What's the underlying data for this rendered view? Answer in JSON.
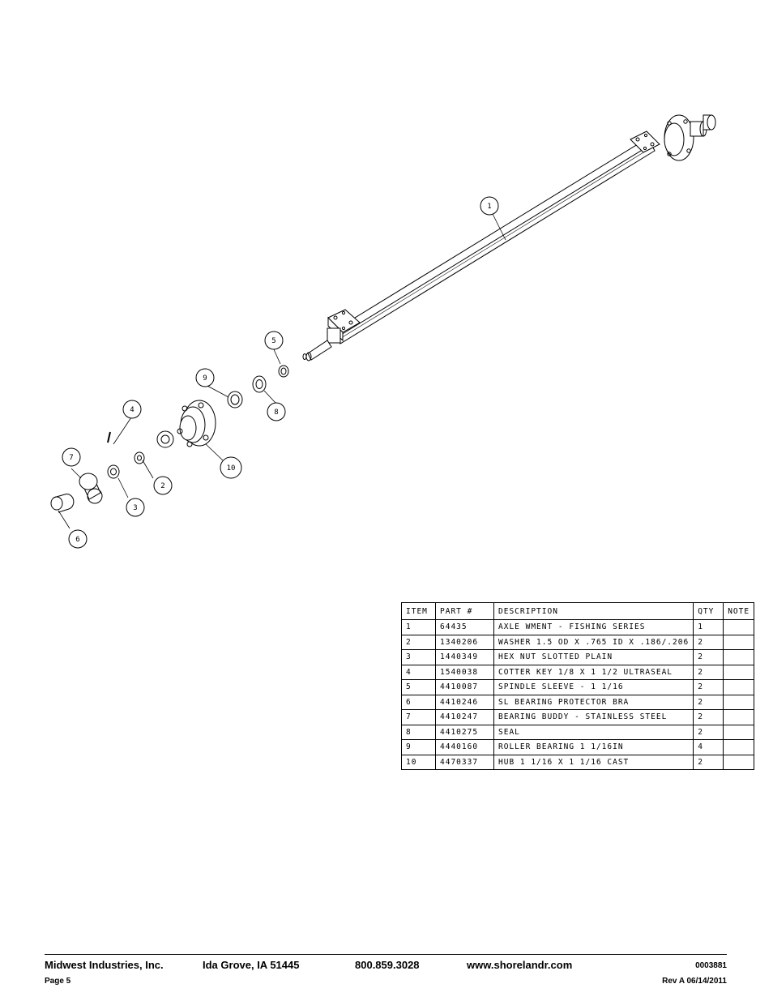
{
  "callouts": {
    "c1": "1",
    "c2": "2",
    "c3": "3",
    "c4": "4",
    "c5": "5",
    "c6": "6",
    "c7": "7",
    "c8": "8",
    "c9": "9",
    "c10": "10"
  },
  "table": {
    "headers": {
      "item": "ITEM",
      "part": "PART #",
      "description": "DESCRIPTION",
      "qty": "QTY",
      "note": "NOTE"
    },
    "rows": [
      {
        "item": "1",
        "part": "64435",
        "description": "AXLE WMENT - FISHING SERIES",
        "qty": "1",
        "note": ""
      },
      {
        "item": "2",
        "part": "1340206",
        "description": "WASHER 1.5 OD X .765 ID X .186/.206",
        "qty": "2",
        "note": ""
      },
      {
        "item": "3",
        "part": "1440349",
        "description": "HEX NUT SLOTTED PLAIN",
        "qty": "2",
        "note": ""
      },
      {
        "item": "4",
        "part": "1540038",
        "description": "COTTER KEY 1/8 X 1 1/2 ULTRASEAL",
        "qty": "2",
        "note": ""
      },
      {
        "item": "5",
        "part": "4410087",
        "description": "SPINDLE SLEEVE - 1 1/16",
        "qty": "2",
        "note": ""
      },
      {
        "item": "6",
        "part": "4410246",
        "description": "SL BEARING PROTECTOR BRA",
        "qty": "2",
        "note": ""
      },
      {
        "item": "7",
        "part": "4410247",
        "description": "BEARING BUDDY - STAINLESS STEEL",
        "qty": "2",
        "note": ""
      },
      {
        "item": "8",
        "part": "4410275",
        "description": "SEAL",
        "qty": "2",
        "note": ""
      },
      {
        "item": "9",
        "part": "4440160",
        "description": "ROLLER BEARING  1 1/16IN",
        "qty": "4",
        "note": ""
      },
      {
        "item": "10",
        "part": "4470337",
        "description": "HUB  1 1/16 X 1 1/16 CAST",
        "qty": "2",
        "note": ""
      }
    ]
  },
  "footer": {
    "company": "Midwest Industries, Inc.",
    "location": "Ida Grove, IA  51445",
    "phone": "800.859.3028",
    "website": "www.shorelandr.com",
    "doc_number": "0003881",
    "page": "Page 5",
    "revision": "Rev A 06/14/2011"
  }
}
